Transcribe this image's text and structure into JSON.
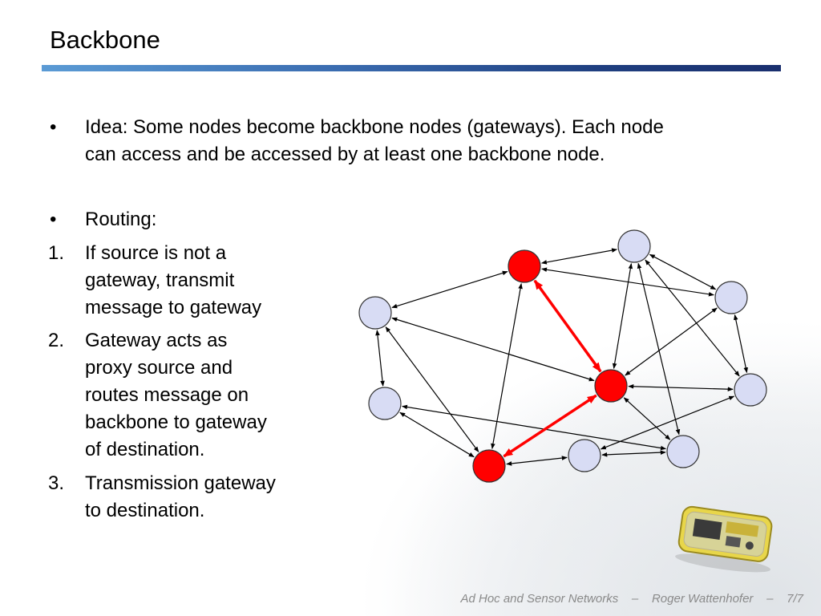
{
  "slide": {
    "title": "Backbone"
  },
  "bullets": {
    "idea_line1": "Idea: Some nodes become backbone nodes (gateways). Each node",
    "idea_line2": "can access and be accessed by at least one backbone node.",
    "routing": "Routing:",
    "bullet_marker": "•",
    "steps": [
      {
        "num": "1.",
        "lines": [
          "If source is not a",
          "gateway, transmit",
          "message to gateway"
        ]
      },
      {
        "num": "2.",
        "lines": [
          "Gateway acts as",
          "proxy source and",
          "routes message on",
          "backbone to gateway",
          "of destination."
        ]
      },
      {
        "num": "3.",
        "lines": [
          "Transmission gateway",
          "to destination."
        ]
      }
    ]
  },
  "diagram": {
    "gateway_color": "#ff0000",
    "node_color": "#d8dcf4",
    "backbone_edge_color": "#ff0000",
    "edge_color": "#000000"
  },
  "footer": {
    "course": "Ad Hoc and Sensor Networks",
    "separator": "–",
    "author": "Roger Wattenhofer",
    "page": "7/7"
  }
}
